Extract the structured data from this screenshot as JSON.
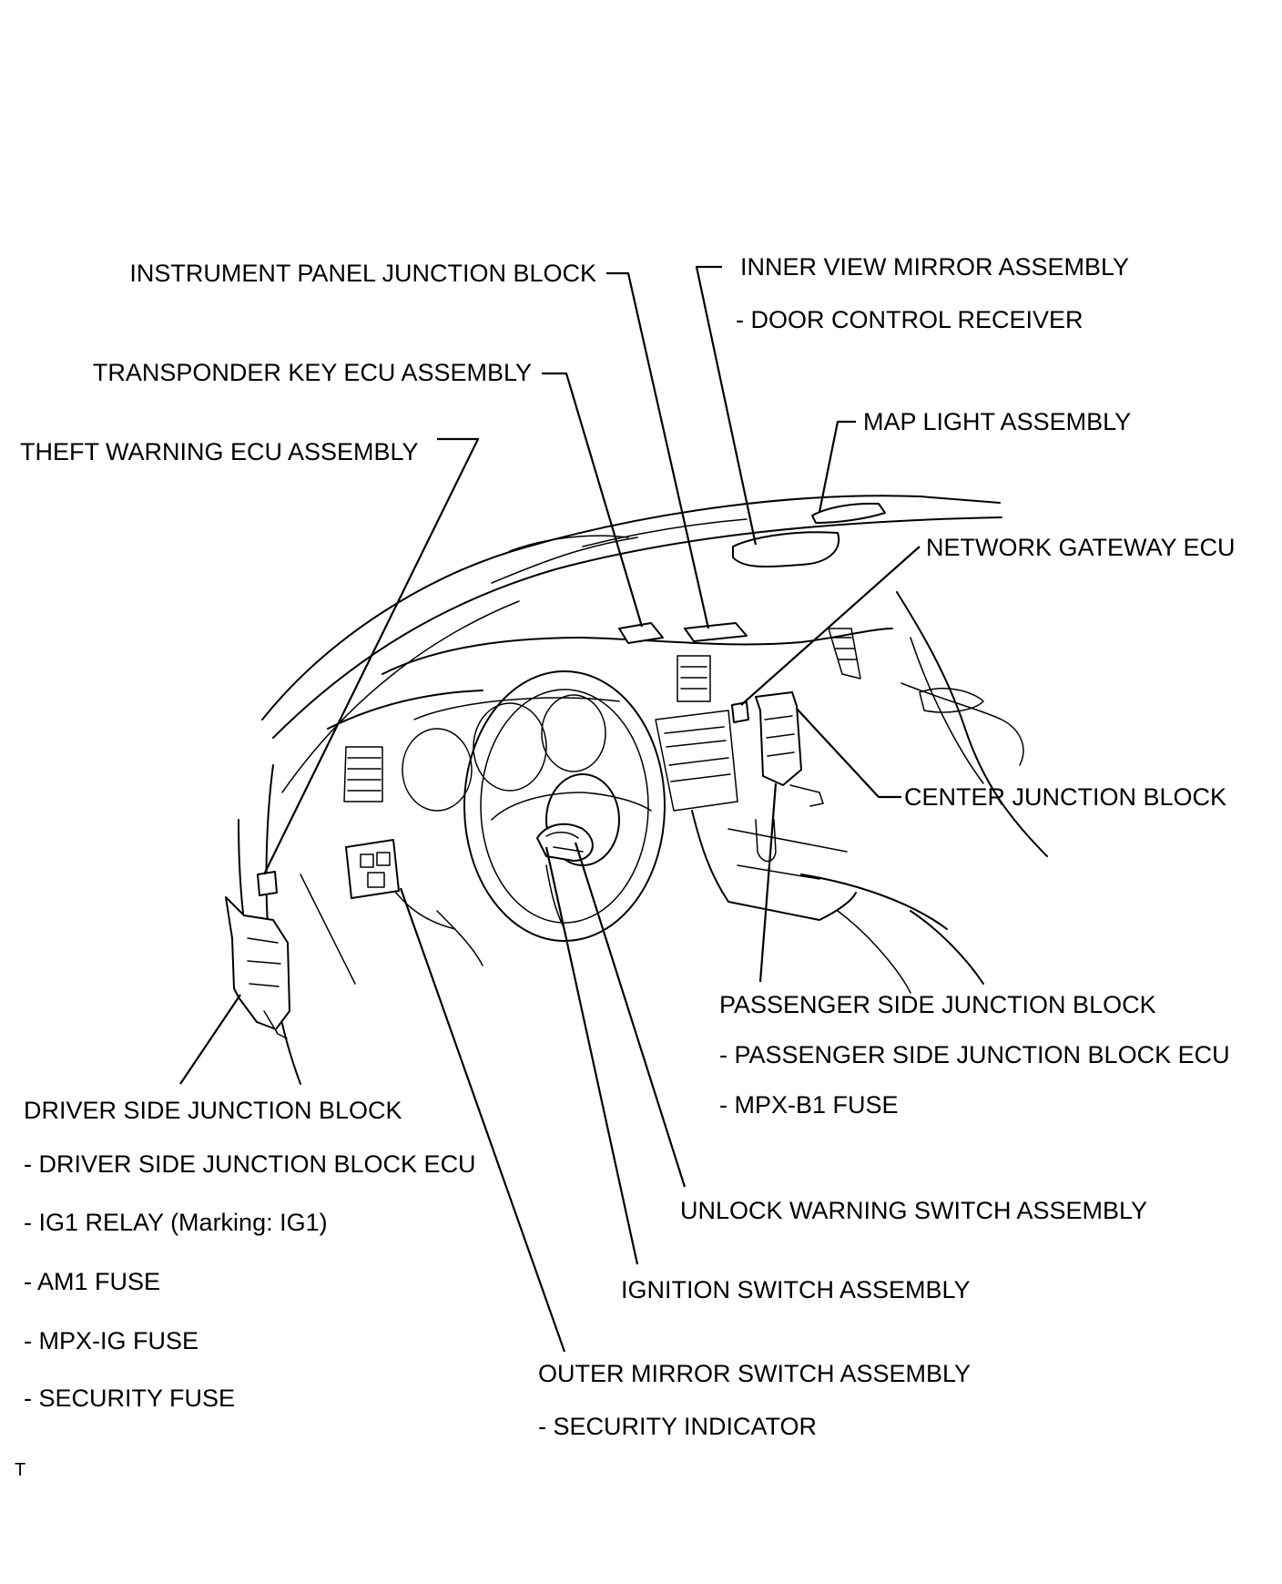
{
  "labels": {
    "instrument_panel_jb": "INSTRUMENT PANEL JUNCTION BLOCK",
    "transponder_key_ecu": "TRANSPONDER KEY ECU ASSEMBLY",
    "theft_warning_ecu": "THEFT WARNING ECU ASSEMBLY",
    "inner_view_mirror": "INNER VIEW MIRROR ASSEMBLY",
    "door_control_receiver": "- DOOR CONTROL RECEIVER",
    "map_light": "MAP LIGHT ASSEMBLY",
    "network_gateway_ecu": "NETWORK GATEWAY ECU",
    "center_jb": "CENTER JUNCTION BLOCK",
    "passenger_side_jb": "PASSENGER SIDE JUNCTION BLOCK",
    "passenger_side_jb_ecu": "- PASSENGER SIDE JUNCTION BLOCK ECU",
    "mpx_b1_fuse": "- MPX-B1 FUSE",
    "driver_side_jb": "DRIVER SIDE JUNCTION BLOCK",
    "driver_side_jb_ecu": "- DRIVER SIDE JUNCTION BLOCK ECU",
    "ig1_relay": "- IG1 RELAY (Marking: IG1)",
    "am1_fuse": "- AM1 FUSE",
    "mpx_ig_fuse": "- MPX-IG FUSE",
    "security_fuse": "- SECURITY FUSE",
    "unlock_warning_switch": "UNLOCK WARNING SWITCH ASSEMBLY",
    "ignition_switch": "IGNITION SWITCH ASSEMBLY",
    "outer_mirror_switch": "OUTER MIRROR SWITCH ASSEMBLY",
    "security_indicator": "- SECURITY INDICATOR"
  },
  "corner_mark": "T"
}
